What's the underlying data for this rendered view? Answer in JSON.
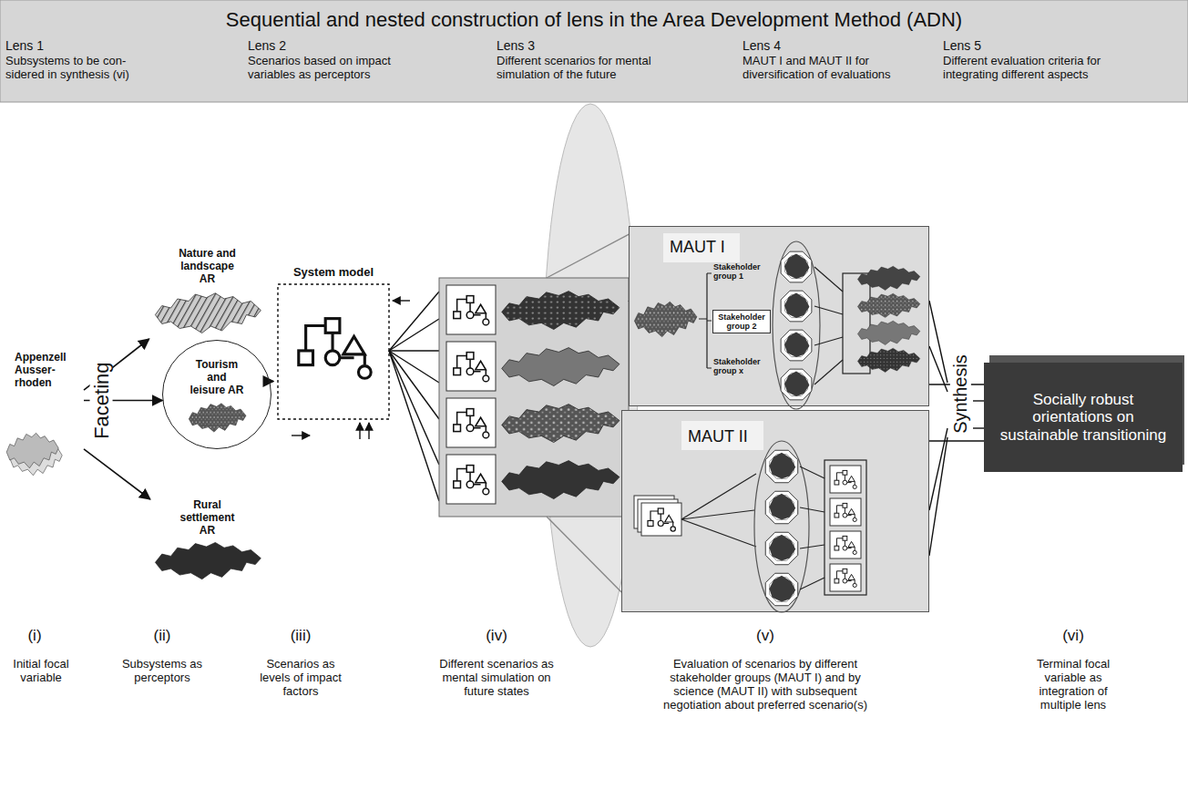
{
  "diagram": {
    "title": "Sequential and nested construction of lens in the Area Development Method (ADN)",
    "nodes": [
      {
        "text": [
          "Appenzell Ausser- rhoden"
        ]
      },
      {
        "text": [
          "Nature and landscape AR"
        ]
      },
      {
        "text": [
          "Tourism and leisure AR"
        ]
      },
      {
        "text": [
          "Rural settlement AR"
        ]
      },
      {
        "text": [
          "System model"
        ]
      },
      {
        "text": [
          "MAUT I"
        ]
      },
      {
        "text": [
          "Stakeholder group 2"
        ],
        "in": 5
      },
      {
        "text": [
          "MAUT II"
        ]
      },
      {
        "text": [
          "Socially robust orientations on sustainable transitioning"
        ]
      }
    ],
    "edges": [
      {
        "from": 0,
        "to": 1,
        "arrow": "to"
      },
      {
        "from": 0,
        "to": 2,
        "arrow": "to"
      },
      {
        "from": 0,
        "to": 3,
        "arrow": "to"
      },
      {
        "from": 2,
        "to": 4,
        "arrow": "to"
      },
      {
        "from": 5,
        "to": 8,
        "arrow": "none"
      },
      {
        "from": 7,
        "to": 8,
        "arrow": "none"
      }
    ],
    "labels": [
      "Lens 1",
      "Subsystems to be con- sidered in synthesis (vi)",
      "Lens 2",
      "Scenarios based on impact variables as perceptors",
      "Lens 3",
      "Different scenarios for mental simulation of the future",
      "Lens 4",
      "MAUT I and MAUT II for diversification of evaluations",
      "Lens 5",
      "Different evaluation criteria for integrating different aspects",
      "Faceting",
      "Stakeholder group 1",
      "Stakeholder group x",
      "Synthesis",
      "(i)",
      "Initial focal variable",
      "(ii)",
      "Subsystems as perceptors",
      "(iii)",
      "Scenarios as levels of impact factors",
      "(iv)",
      "Different scenarios as mental simulation on future states",
      "(v)",
      "Evaluation of scenarios by different stakeholder groups (MAUT I) and by science (MAUT II) with subsequent negotiation about preferred scenario(s)",
      "(vi)",
      "Terminal focal variable as integration of multiple lens"
    ]
  }
}
